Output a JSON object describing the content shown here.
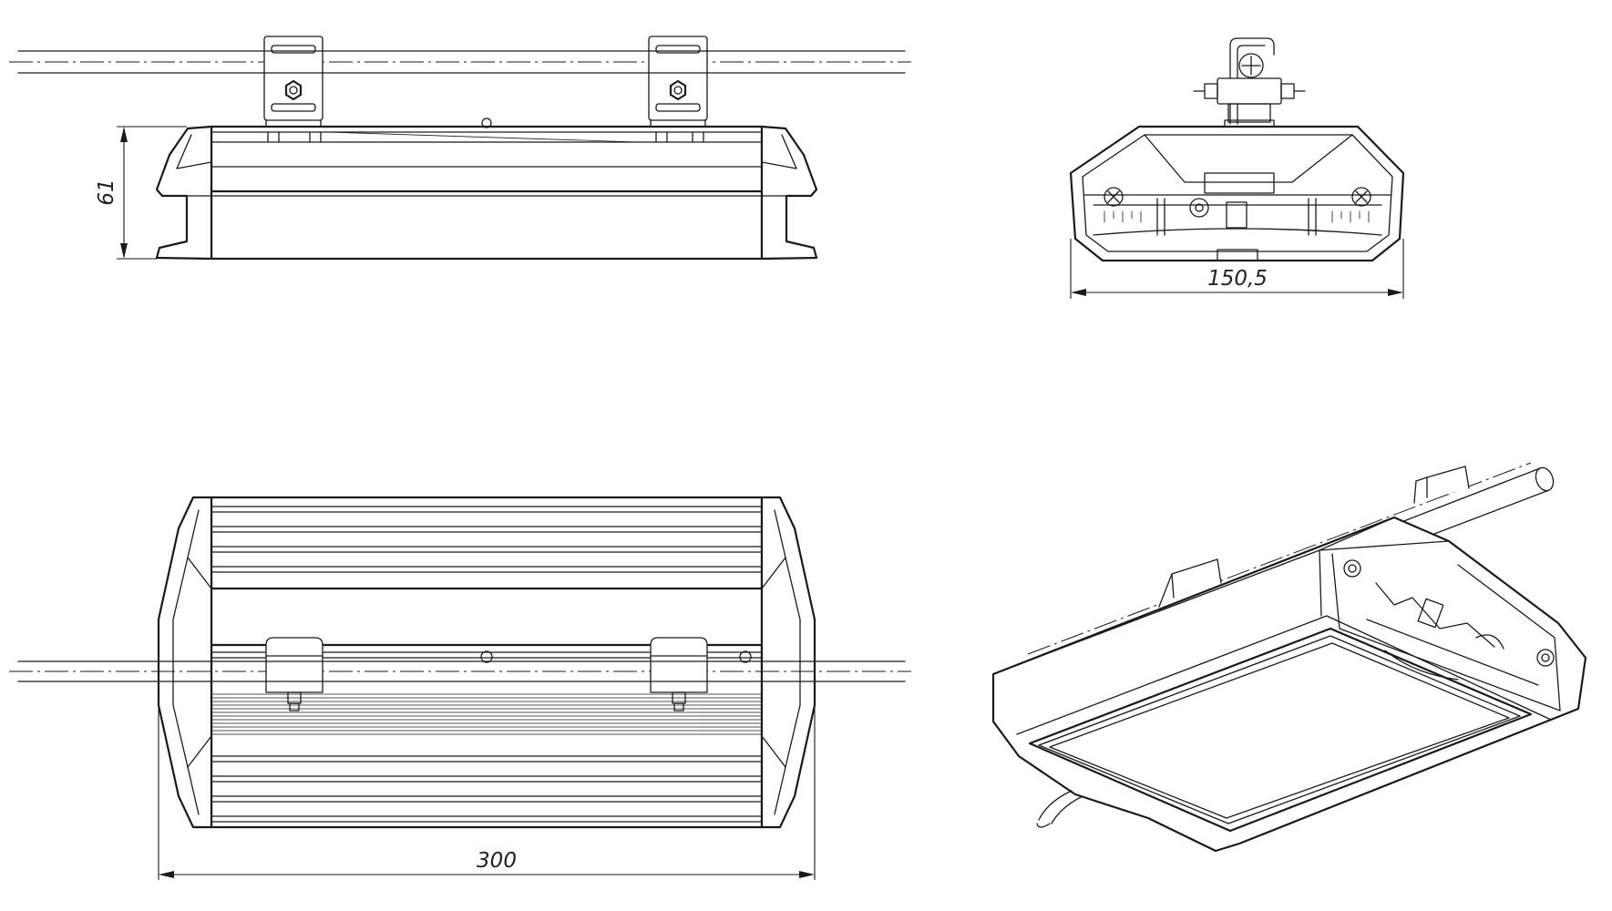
{
  "dimensions": {
    "height": "61",
    "width": "150,5",
    "length": "300"
  }
}
